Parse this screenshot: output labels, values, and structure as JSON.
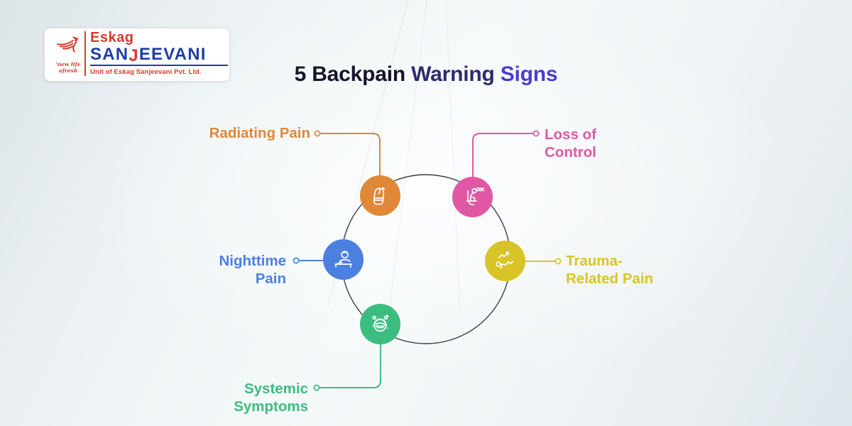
{
  "logo": {
    "tagline": "'new life afresh",
    "brand_top": "Eskag",
    "brand_main_full": "SANJEEVANI",
    "brand_main": {
      "pre": "SAN",
      "j": "J",
      "post": "EEVANI"
    },
    "subtitle": "Unit of Eskag Sanjeevani Pvt. Ltd.",
    "colors": {
      "red": "#d93a2e",
      "blue": "#1e3ea6"
    }
  },
  "title": {
    "full": "5 Backpain Warning Signs",
    "parts": [
      {
        "text": "5 Backpain ",
        "color": "#17142a"
      },
      {
        "text": "Warning ",
        "color": "#2d2a6d"
      },
      {
        "text": "Signs",
        "color": "#4a3bd1"
      }
    ]
  },
  "diagram": {
    "ring_color": "#3e3e44",
    "items": [
      {
        "id": "radiating-pain",
        "label": "Radiating Pain",
        "line1": "Radiating Pain",
        "line2": "",
        "color": "#de8838",
        "icon": "foot-icon"
      },
      {
        "id": "loss-of-control",
        "label": "Loss of Control",
        "line1": "Loss of",
        "line2": "Control",
        "color": "#e058a4",
        "icon": "toilet-person-icon"
      },
      {
        "id": "trauma-related-pain",
        "label": "Trauma-Related Pain",
        "line1": "Trauma-",
        "line2": "Related Pain",
        "color": "#d9c428",
        "icon": "fallen-person-icon"
      },
      {
        "id": "nighttime-pain",
        "label": "Nighttime Pain",
        "line1": "Nighttime",
        "line2": "Pain",
        "color": "#4c80e0",
        "icon": "bed-person-icon"
      },
      {
        "id": "systemic-symptoms",
        "label": "Systemic Symptoms",
        "line1": "Systemic",
        "line2": "Symptoms",
        "color": "#3cbd80",
        "icon": "sick-face-icon"
      }
    ]
  }
}
